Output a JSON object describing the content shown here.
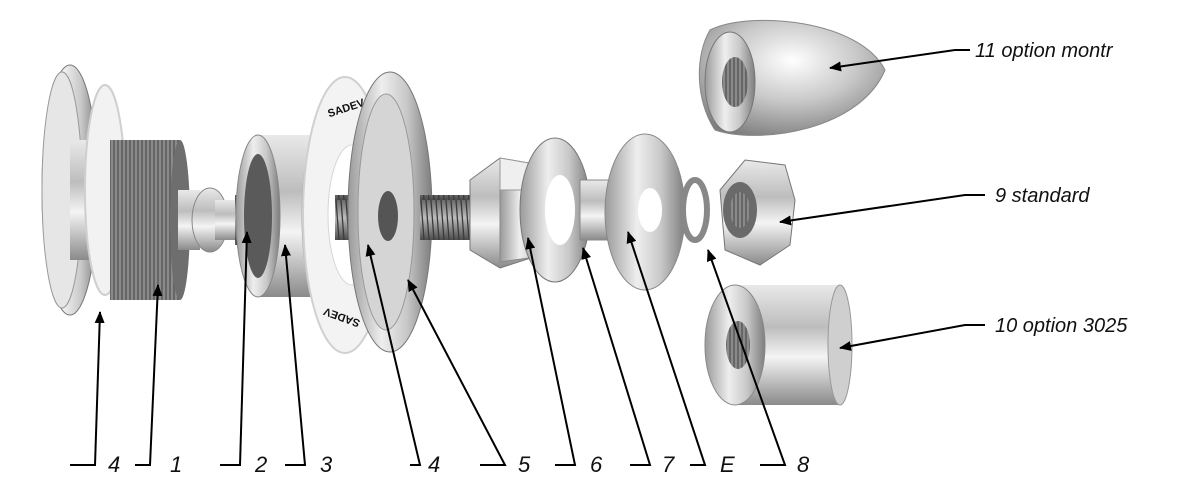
{
  "callouts": {
    "part_11": "11 option montr",
    "part_9": "9 standard",
    "part_10": "10 option 3025"
  },
  "bottom_labels": {
    "l1": "4",
    "l2": "1",
    "l3": "2",
    "l4": "3",
    "l5": "4",
    "l6": "5",
    "l7": "6",
    "l8": "7",
    "l9": "E",
    "l10": "8"
  },
  "engraving": {
    "brand": "SADEV"
  }
}
